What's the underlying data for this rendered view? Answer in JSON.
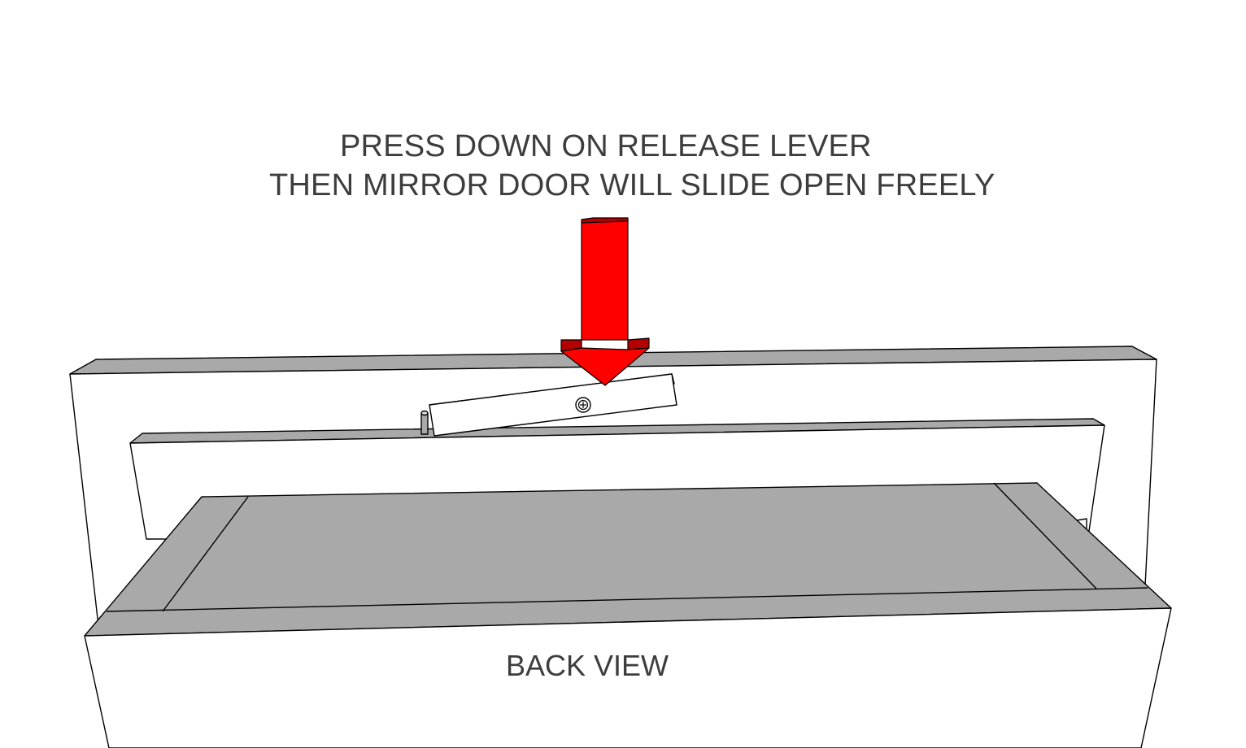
{
  "instructions": {
    "line1": "PRESS DOWN ON RELEASE LEVER",
    "line2": "THEN MIRROR DOOR WILL SLIDE OPEN FREELY"
  },
  "caption": "BACK VIEW",
  "colors": {
    "arrow": "#ff0000",
    "arrow_dark": "#b30000",
    "panel_top": "#a9a9a9",
    "panel_face": "#ffffff",
    "stroke": "#000000",
    "text": "#3d3d3d"
  },
  "icons": {
    "arrow": "down-arrow-icon",
    "screw": "screw-icon"
  }
}
